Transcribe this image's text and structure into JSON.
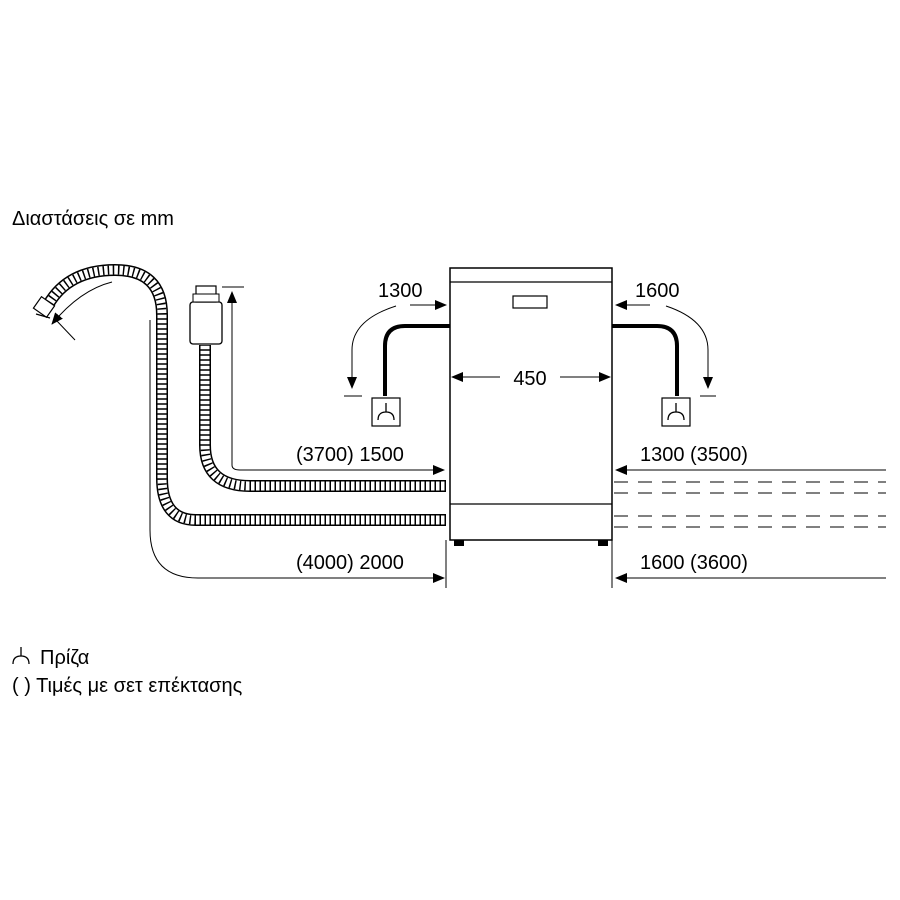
{
  "title": "Διαστάσεις σε mm",
  "dimensions": {
    "left_cable_drop": "1300",
    "right_cable_drop": "1600",
    "width": "450",
    "drain_hose_length": "(3700) 1500",
    "inlet_hose_length": "(4000) 2000",
    "power_cable_length": "1300 (3500)",
    "water_supply_length": "1600 (3600)"
  },
  "legend": {
    "socket_label": "Πρίζα",
    "brackets_label": "( ) Τιμές με σετ επέκτασης"
  },
  "icons": {
    "socket": "socket-icon",
    "appliance": "dishwasher-icon",
    "hose": "corrugated-hose-icon",
    "aquastop": "aquastop-valve-icon"
  },
  "colors": {
    "line": "#000000",
    "background": "#ffffff"
  }
}
